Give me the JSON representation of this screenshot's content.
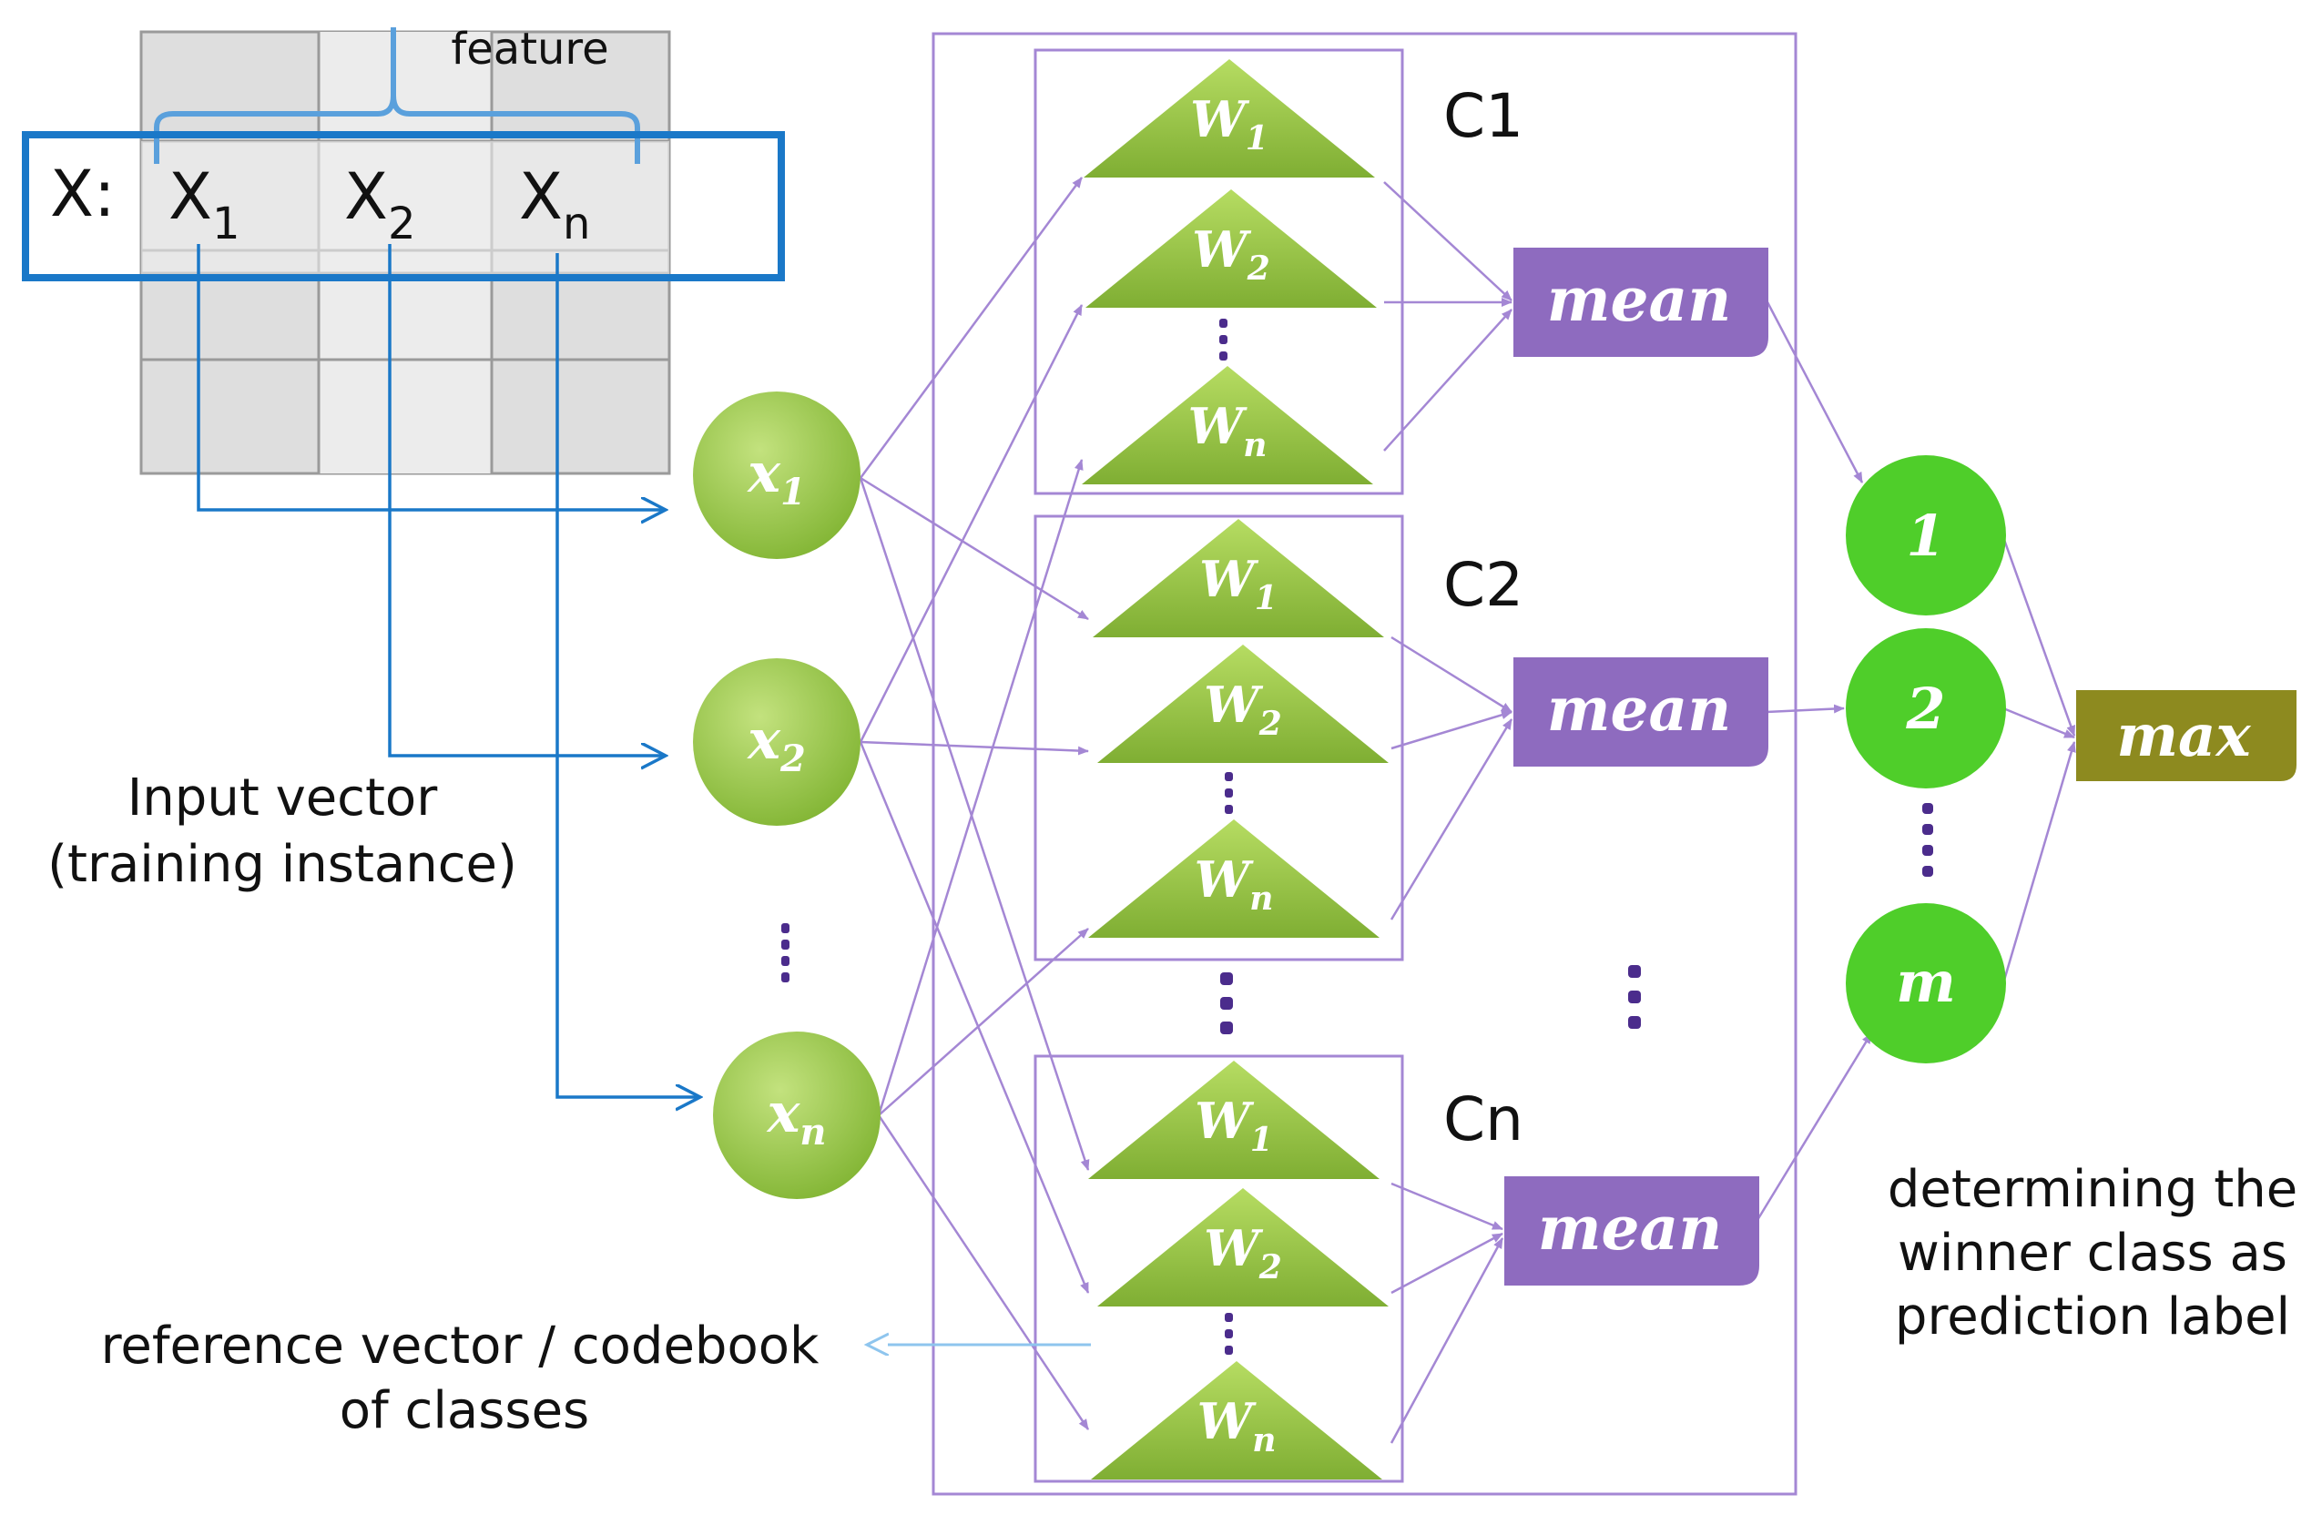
{
  "input": {
    "x_label": "X:",
    "features": [
      {
        "base": "X",
        "sub": "1"
      },
      {
        "base": "X",
        "sub": "2"
      },
      {
        "base": "X",
        "sub": "n"
      }
    ],
    "brace_label": "feature",
    "caption_line1": "Input vector",
    "caption_line2": "(training instance)"
  },
  "input_nodes": [
    {
      "base": "x",
      "sub": "1"
    },
    {
      "base": "x",
      "sub": "2"
    },
    {
      "base": "x",
      "sub": "n"
    }
  ],
  "classes": [
    {
      "label": "C1",
      "weights": [
        {
          "base": "W",
          "sub": "1"
        },
        {
          "base": "W",
          "sub": "2"
        },
        {
          "base": "W",
          "sub": "n"
        }
      ],
      "mean_label": "mean"
    },
    {
      "label": "C2",
      "weights": [
        {
          "base": "W",
          "sub": "1"
        },
        {
          "base": "W",
          "sub": "2"
        },
        {
          "base": "W",
          "sub": "n"
        }
      ],
      "mean_label": "mean"
    },
    {
      "label": "Cn",
      "weights": [
        {
          "base": "W",
          "sub": "1"
        },
        {
          "base": "W",
          "sub": "2"
        },
        {
          "base": "W",
          "sub": "n"
        }
      ],
      "mean_label": "mean"
    }
  ],
  "output_nodes": [
    "1",
    "2",
    "m"
  ],
  "max_label": "max",
  "codebook_caption": {
    "line1": "reference vector / codebook",
    "line2": "of classes"
  },
  "winner_caption": {
    "line1": "determining the",
    "line2": "winner class as",
    "line3": "prediction label"
  },
  "colors": {
    "purple_line": "#a487d4",
    "purple_box": "#8e6bbf",
    "purple_dots": "#4b2c8c",
    "green_light": "#a9d55a",
    "green_dark": "#6f9b2a",
    "bright_green": "#4fce2a",
    "olive": "#8d8a1f",
    "blue": "#1a78c8",
    "light_blue": "#8ec5ee",
    "grid_fill": "#dcdcdc",
    "grid_line": "#9a9a9a"
  }
}
